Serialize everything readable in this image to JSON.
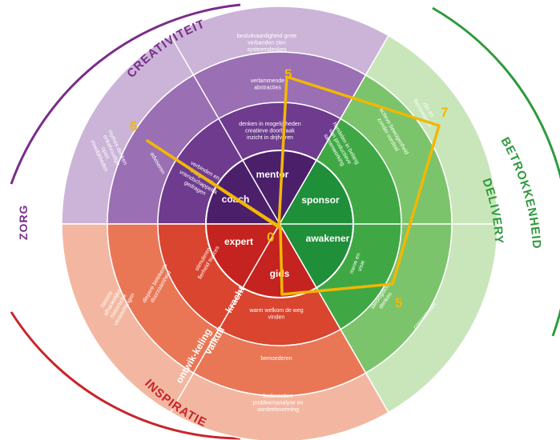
{
  "colors": {
    "purple_outer": "#cbb4d8",
    "purple_mid": "#9a6fb3",
    "purple_inner": "#6e3b8f",
    "purple_core": "#4b1f6a",
    "green_outer": "#c9e6bb",
    "green_mid": "#7cc46b",
    "green_inner": "#3fa844",
    "green_core": "#1f8f3a",
    "red_outer": "#f3b7a1",
    "red_mid": "#e97756",
    "red_inner": "#d9452f",
    "red_core": "#c4231f",
    "ring_purple": "#7a2d8a",
    "ring_green": "#2e9a3e",
    "ring_red": "#c8242b",
    "score_line": "#f2b705"
  },
  "outer_labels": {
    "creativiteit": "CREATIVITEIT",
    "betrokkenheid": "BETROKKENHEID",
    "delivery": "DELIVERY",
    "zorg": "ZORG",
    "inspiratie": "INSPIRATIE"
  },
  "roles": {
    "mentor": "mentor",
    "coach": "coach",
    "sponsor": "sponsor",
    "awakener": "awakener",
    "expert": "expert",
    "gids": "gids"
  },
  "segment_texts": {
    "beslu": "besluitvaardigheid grote verbanden zien systeemdenken",
    "verlam": "verlammende abstracties",
    "denken": "denken in mogelijkheden creatieve doorbraak inzicht in drijfveren",
    "zijn": "zijn en bemoedigen",
    "actief": "actieve bewogenheid zonder oordeel",
    "handelen": "handelen in belang van productieve samenwerking",
    "ideologisch": "ideologisch denken",
    "concentreren": "concentreren",
    "mene": "mene en visie",
    "warm": "warm welkom de weg vinden",
    "bemoederen": "bemoederen",
    "kaders": "kaderzetten probleemanalyse en oordeelsvorming",
    "verbinden": "verbinden en integreren vriendschappelijk gedragen",
    "adviseren": "adviseren",
    "mythes": "mythes denken enkelvoudige open moeilijkheden",
    "stimuleren": "stimuleren fierheid succes",
    "diepere": "diepere betekenis duurzaamheid",
    "historie": "historie afhankelijke historische verwachtingen"
  },
  "ring_words": {
    "kracht": "kracht",
    "valkuil": "valkuil",
    "ontwikkeling": "ontwik-keling"
  },
  "scores": {
    "top": "5",
    "upper_left": "6",
    "right": "7",
    "lower_right": "5",
    "center": "0"
  }
}
